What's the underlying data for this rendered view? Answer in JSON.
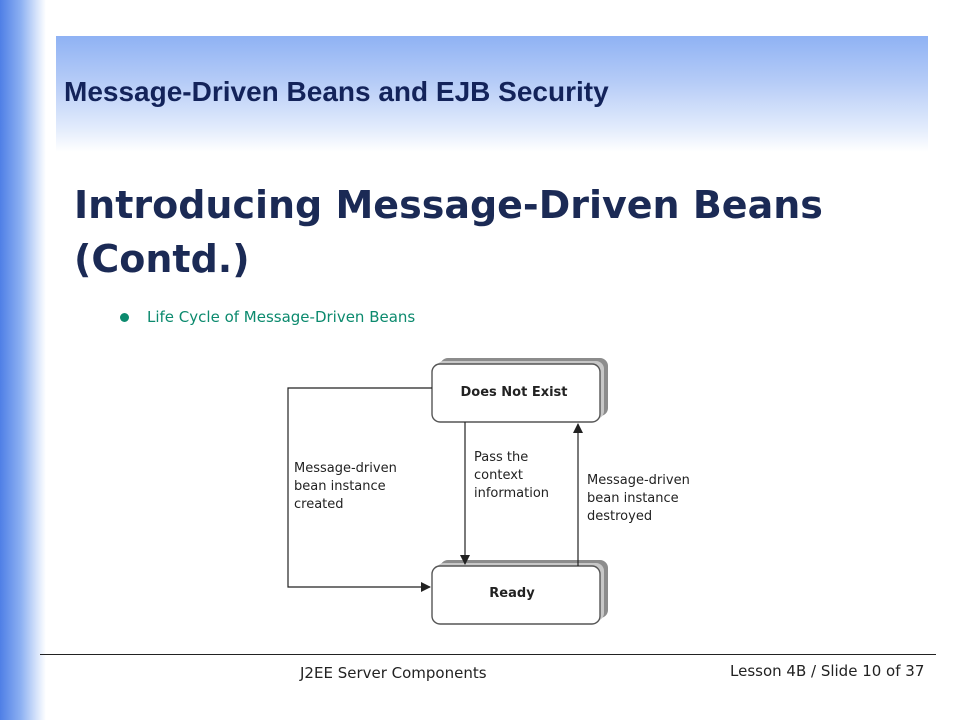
{
  "header": {
    "title": "Message-Driven Beans and EJB Security"
  },
  "slide": {
    "title": "Introducing Message-Driven Beans (Contd.)",
    "bullet": "Life Cycle of Message-Driven Beans"
  },
  "diagram": {
    "states": [
      "Does Not Exist",
      "Ready"
    ],
    "transitions": {
      "created": [
        "Message-driven",
        "bean instance",
        "created"
      ],
      "context": [
        "Pass the",
        "context",
        "information"
      ],
      "destroyed": [
        "Message-driven",
        "bean instance",
        "destroyed"
      ]
    }
  },
  "footer": {
    "course": "J2EE Server Components",
    "slide_info": "Lesson 4B / Slide 10 of 37"
  },
  "colors": {
    "title": "#13235a",
    "bullet": "#0c8a6e",
    "accent_blue": "#4f7fe6"
  }
}
